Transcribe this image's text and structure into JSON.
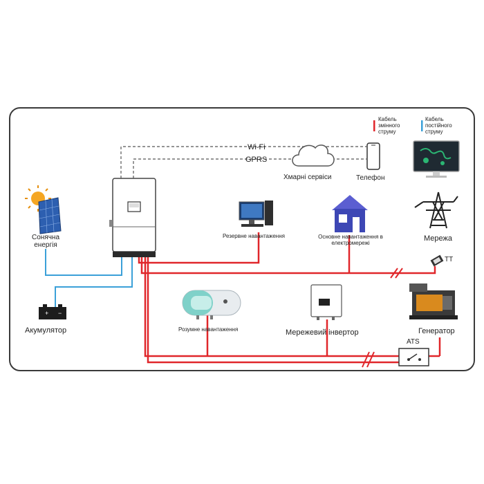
{
  "legend": {
    "ac_cable": "Кабель\nзмінного\nструму",
    "dc_cable": "Кабель\nпостійного\nструму",
    "ac_color": "#e0262a",
    "dc_color": "#3aa0d8"
  },
  "labels": {
    "wifi": "Wi-Fi",
    "gprs": "GPRS",
    "cloud": "Хмарні сервіси",
    "phone": "Телефон",
    "solar": "Сонячна\nенергія",
    "backup_load": "Резервне навантаження",
    "main_load": "Основне навантаження в\nелектромережі",
    "grid": "Мережа",
    "ct": "TT",
    "battery": "Акумулятор",
    "smart_load": "Розумне навантаження",
    "grid_inverter": "Мережевий інвертор",
    "generator": "Генератор",
    "ats": "ATS"
  },
  "colors": {
    "ac_line": "#e0262a",
    "dc_line": "#3aa0d8",
    "dashed": "#555555",
    "frame": "#3a3a3a"
  }
}
